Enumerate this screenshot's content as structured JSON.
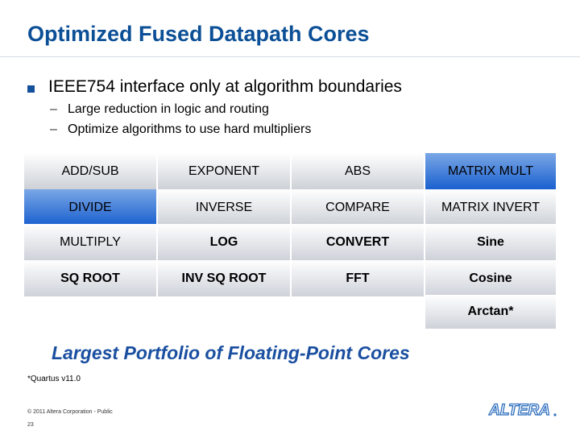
{
  "slide": {
    "title": "Optimized Fused Datapath Cores",
    "bullet": "IEEE754 interface only at algorithm boundaries",
    "subbullets": [
      "Large reduction in logic and routing",
      "Optimize algorithms to use hard multipliers"
    ],
    "dash": "–",
    "grid": [
      [
        "ADD/SUB",
        "EXPONENT",
        "ABS",
        "MATRIX MULT"
      ],
      [
        "DIVIDE",
        "INVERSE",
        "COMPARE",
        "MATRIX INVERT"
      ],
      [
        "MULTIPLY",
        "LOG",
        "CONVERT",
        "Sine"
      ],
      [
        "SQ ROOT",
        "INV SQ ROOT",
        "FFT",
        "Cosine"
      ]
    ],
    "extra_cell": "Arctan*",
    "tagline": "Largest Portfolio of Floating-Point Cores",
    "footnote": "*Quartus v11.0",
    "copyright": "© 2011 Altera Corporation - Public",
    "page_number": "23",
    "logo_text": "ALTERA",
    "colors": {
      "title": "#0b4f96",
      "accent_blue": "#1a60cf",
      "tagline": "#1a4fa0",
      "logo": "#2f6fbf"
    }
  }
}
